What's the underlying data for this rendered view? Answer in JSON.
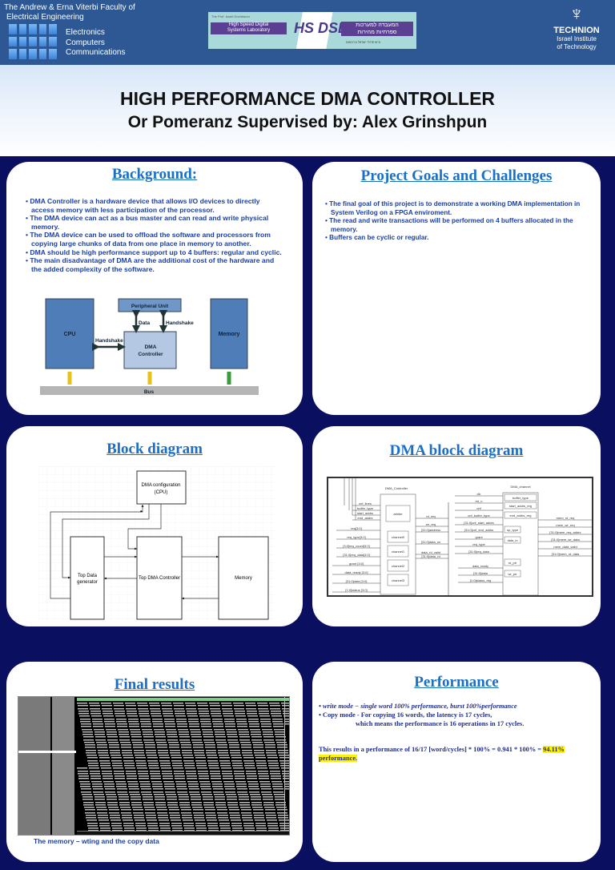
{
  "header": {
    "faculty": [
      "The Andrew & Erna Viterbi Faculty of",
      "Electrical Engineering"
    ],
    "areas": [
      "Electronics",
      "Computers",
      "Communications"
    ],
    "lab": {
      "top": "The Prof. Israel Dochbaum",
      "name_en": [
        "High Speed Digital",
        "Systems Laboratory"
      ],
      "logo": "HS DSL",
      "name_he": [
        "המעבדה למערכות",
        "ספרתיות מהירות"
      ],
      "bottom": "ע\"ש פרופ' ישראל צ'רבאום"
    },
    "technion": {
      "name": "TECHNION",
      "sub": [
        "Israel Institute",
        "of Technology"
      ]
    }
  },
  "title": {
    "line1": "HIGH PERFORMANCE DMA CONTROLLER",
    "line2": "Or Pomeranz Supervised by: Alex Grinshpun"
  },
  "background": {
    "heading": "Background:",
    "bullets": [
      "DMA Controller is a hardware device that allows I/O devices to directly access memory with less participation of the processor.",
      "The DMA device can act as a bus master and can read and write physical memory.",
      "The DMA device can be used to offload the software and processors from copying large chunks of data from one place in memory to another.",
      "DMA should be high performance support up to 4 buffers: regular and cyclic.",
      "The main disadvantage of DMA are the additional cost of the hardware and the added complexity of the software."
    ],
    "diagram": {
      "cpu": "CPU",
      "peripheral": "Peripheral Unit",
      "data": "Data",
      "handshake": "Handshake",
      "handshake2": "Handshake",
      "dma": [
        "DMA",
        "Controller"
      ],
      "memory": "Memory",
      "bus": "Bus"
    }
  },
  "goals": {
    "heading": "Project Goals and Challenges",
    "bullets": [
      "The final goal of this project is to demonstrate a working DMA implementation in System Verilog on a FPGA enviroment.",
      "The read and write transactions will be performed on 4 buffers allocated in the memory.",
      "Buffers can be cyclic or regular."
    ]
  },
  "block": {
    "heading": "Block diagram",
    "config": [
      "DMA configuration",
      "(CPU)"
    ],
    "gen": [
      "Top Data",
      "generator"
    ],
    "ctrl": "Top DMA Controller",
    "memory": "Memory"
  },
  "dma_block": {
    "heading": "DMA block diagram",
    "controller_title": "DMA_Controller",
    "arbiter": "arbiter",
    "channels": [
      "channel0",
      "channel1",
      "channel2",
      "channel3"
    ],
    "ctrl_in_top": [
      "cnf_lines",
      "buffer_type",
      "start_addrs",
      "end_addrs"
    ],
    "ctrl_in_left": [
      "req[3:0]",
      "req_type[3:0]",
      "[3:0]req_count[3:0]",
      "[31:0]req_data[3:0]"
    ],
    "ctrl_out_left": [
      "grant [3:0]",
      "data_ready [3:0]",
      "[31:0]data [3:0]",
      "[1:0]status [3:0]"
    ],
    "ctrl_right": [
      "rd_req",
      "wr_req",
      "[31:0]address",
      "[31:0]data_wr",
      "data_rd_valid",
      "[31:0]data_rd"
    ],
    "channel_title": "DMA_channel",
    "channel_regs": [
      "buffer_type",
      "start_addrs_reg",
      "end_addrs_reg",
      "op_type",
      "data_in",
      "rd_ptr",
      "wr_ptr"
    ],
    "channel_in": [
      "clk",
      "rst_n",
      "cnf",
      "cnf_buffer_type",
      "[31:0]cnf_start_addrs",
      "[31:0]cnf_end_addrs",
      "grant",
      "req_type",
      "[31:0]req_data"
    ],
    "channel_out_left": [
      "data_ready",
      "[31:0]data",
      "[1:0]status_reg"
    ],
    "channel_right": [
      "mem_rd_req",
      "mem_wr_req",
      "[31:0]mem_req_addrs",
      "[31:0]mem_wr_data",
      "mem_data_valid",
      "[31:0]mem_rd_data"
    ]
  },
  "results": {
    "heading": "Final results",
    "caption": "The memory – wting and the copy data"
  },
  "performance": {
    "heading": "Performance",
    "bullet1": "write mode − single word 100% performance, burst 100%performance",
    "bullet2": "Copy mode - For copying 16 words, the latency is 17 cycles,",
    "bullet2b": "which means the performance is 16 operations in 17 cycles.",
    "result_pre": "This results in a performance of 16/17 [word/cycles]  * 100% = 0.941 * 100% = ",
    "result_hl": "94.11%",
    "result_post": "performance.",
    "highlight": "#fff200"
  },
  "colors": {
    "navy": "#0b0f5f",
    "header": "#2d5893",
    "heading": "#1a6fc9",
    "text": "#1a3fa6"
  }
}
